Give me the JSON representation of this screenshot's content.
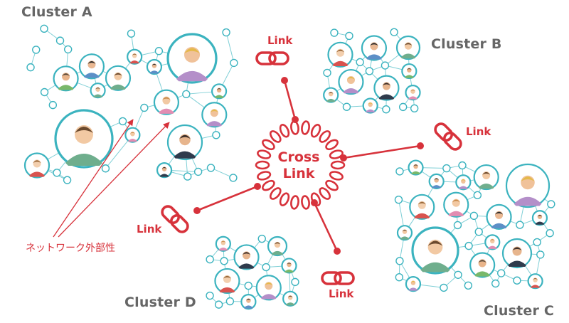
{
  "clusters": [
    {
      "id": "A",
      "label": "Cluster A"
    },
    {
      "id": "B",
      "label": "Cluster B"
    },
    {
      "id": "C",
      "label": "Cluster C"
    },
    {
      "id": "D",
      "label": "Cluster D"
    }
  ],
  "hub": {
    "line1": "Cross",
    "line2": "Link"
  },
  "link_label": "Link",
  "annotation": "ネットワーク外部性",
  "colors": {
    "accent": "#d7323b",
    "teal": "#3bb3bf",
    "line": "#7fcfd6",
    "title": "#666666"
  }
}
